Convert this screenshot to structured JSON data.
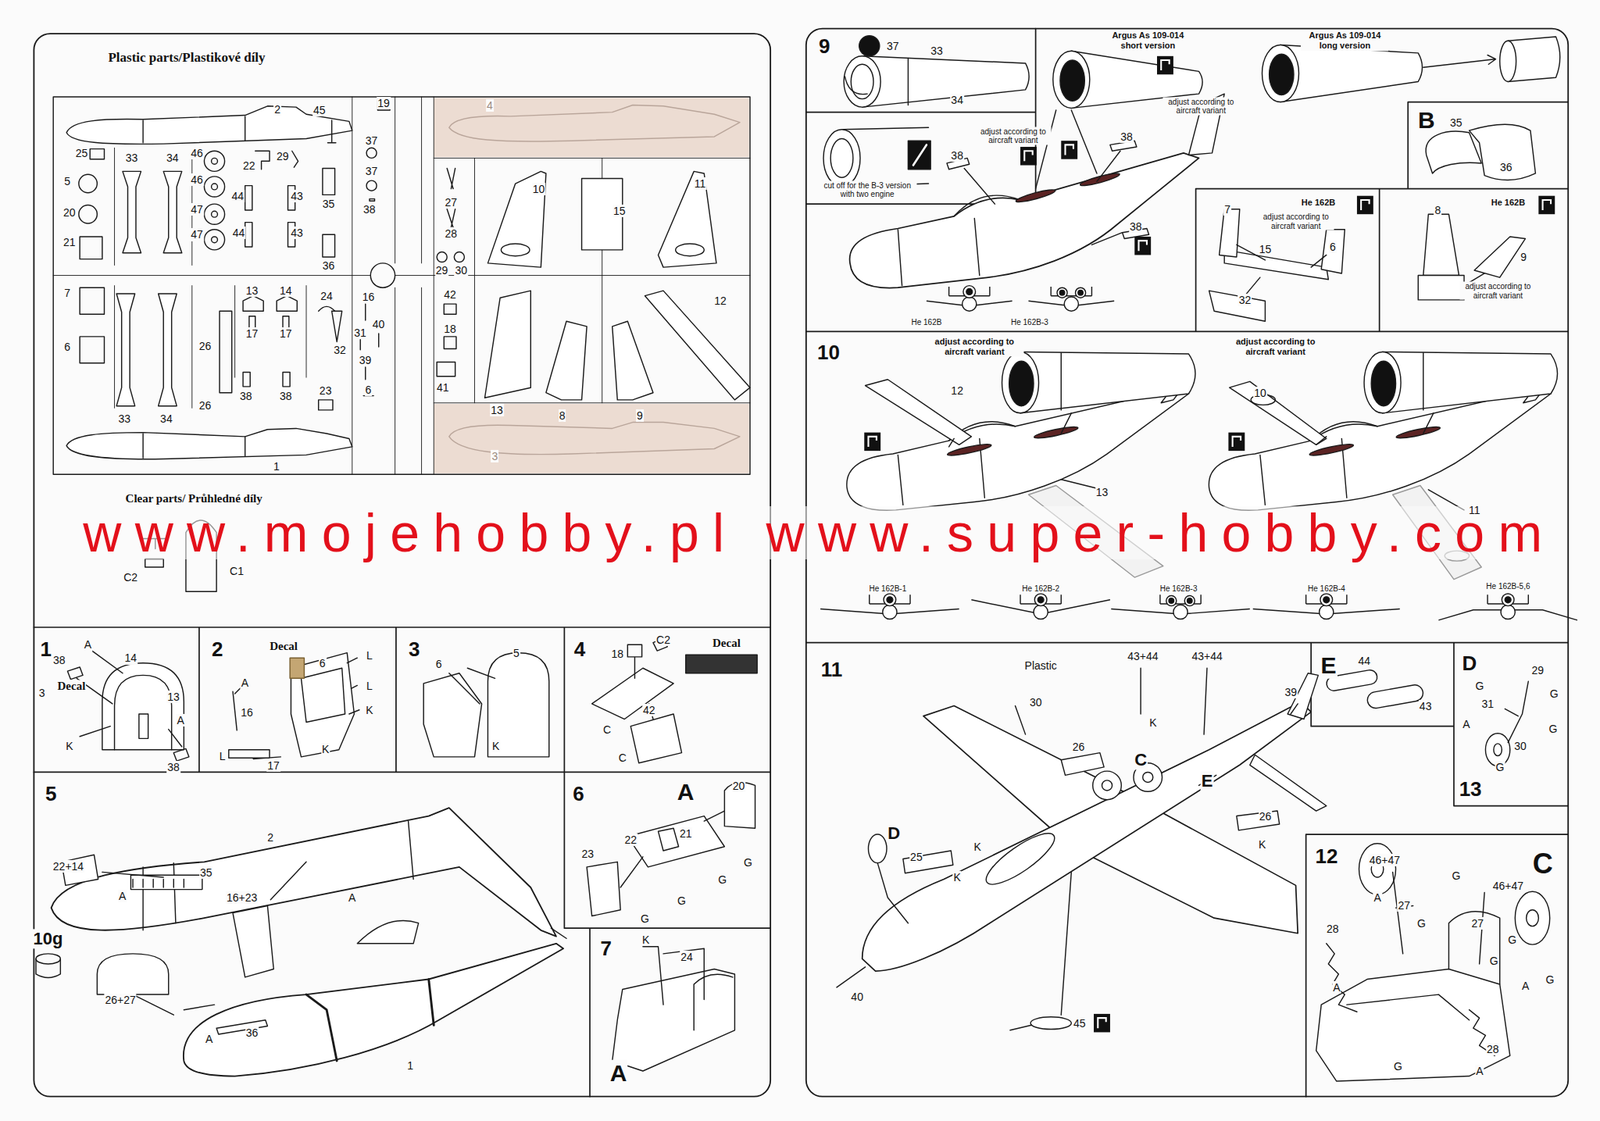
{
  "diagram": {
    "nodes": [
      {
        "text": [
          "Plastic parts/Plastikové díly"
        ]
      },
      {
        "text": [
          "1"
        ]
      },
      {
        "text": [
          "2"
        ]
      },
      {
        "text": [
          "3"
        ]
      },
      {
        "text": [
          "4"
        ]
      },
      {
        "text": [
          "5"
        ]
      },
      {
        "text": [
          "6",
          "A"
        ]
      },
      {
        "text": [
          "7",
          "A"
        ]
      },
      {
        "text": [
          "9"
        ]
      },
      {
        "text": [
          "cut off for the B-3 version with two engine"
        ]
      },
      {
        "text": [
          "B"
        ]
      },
      {
        "text": [
          "He 162B"
        ]
      },
      {
        "text": [
          "He 162B"
        ]
      },
      {
        "text": [
          "10"
        ]
      },
      {
        "text": [
          "11"
        ]
      },
      {
        "text": [
          "E"
        ],
        "in": 14
      },
      {
        "text": [
          "D",
          "13"
        ],
        "in": 14
      },
      {
        "text": [
          "12",
          "C"
        ],
        "in": 14
      }
    ],
    "labels": [
      "2",
      "45",
      "19",
      "4",
      "25",
      "33",
      "34",
      "46",
      "22",
      "29",
      "37",
      "5",
      "46",
      "37",
      "44",
      "43",
      "27",
      "10",
      "11",
      "15",
      "47",
      "35",
      "38",
      "20",
      "47",
      "44",
      "43",
      "28",
      "21",
      "36",
      "29",
      "30",
      "7",
      "13",
      "14",
      "24",
      "16",
      "42",
      "12",
      "17",
      "17",
      "31",
      "40",
      "18",
      "6",
      "26",
      "32",
      "39",
      "23",
      "6",
      "41",
      "38",
      "38",
      "26",
      "13",
      "8",
      "9",
      "33",
      "34",
      "1",
      "3",
      "Clear parts/ Průhledné díly",
      "C1",
      "C2",
      "www.mojehobby.pl www.super-hobby.com",
      "A",
      "38",
      "14",
      "3",
      "Decal",
      "13",
      "A",
      "K",
      "38",
      "Decal",
      "L",
      "6",
      "A",
      "L",
      "K",
      "16",
      "K",
      "L",
      "17",
      "5",
      "6",
      "K",
      "C2",
      "Decal",
      "18",
      "42",
      "C",
      "C",
      "2",
      "22+14",
      "35",
      "A",
      "16+23",
      "A",
      "10g",
      "26+27",
      "36",
      "A",
      "1",
      "20",
      "21",
      "22",
      "23",
      "G",
      "G",
      "G",
      "G",
      "K",
      "24",
      "37",
      "33",
      "34",
      "Argus As 109-014 short version",
      "Argus As 109-014 long version",
      "adjust according to aircraft variant",
      "38",
      "adjust according to aircraft variant",
      "38",
      "38",
      "He 162B",
      "He 162B-3",
      "35",
      "36",
      "7",
      "adjust according to aircraft variant",
      "6",
      "15",
      "32",
      "8",
      "9",
      "adjust according to aircraft variant",
      "adjust according to aircraft variant",
      "adjust according to aircraft variant",
      "12",
      "10",
      "13",
      "11",
      "He 162B-1",
      "He 162B-2",
      "He 162B-3",
      "He 162B-4",
      "He 162B-5,6",
      "43+44",
      "43+44",
      "Plastic",
      "30",
      "39",
      "K",
      "26",
      "C",
      "E",
      "26",
      "D",
      "K",
      "25",
      "K",
      "K",
      "40",
      "45",
      "44",
      "43",
      "29",
      "G",
      "G",
      "31",
      "A",
      "G",
      "30",
      "G",
      "46+47",
      "G",
      "46+47",
      "A",
      "27",
      "G",
      "27",
      "28",
      "G",
      "G",
      "G",
      "A",
      "A",
      "28",
      "G",
      "A"
    ]
  }
}
